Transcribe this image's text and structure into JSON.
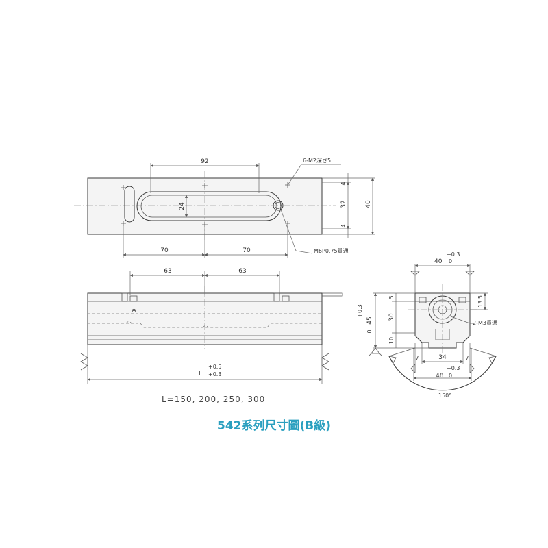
{
  "title": "542系列尺寸圖(B級)",
  "length_formula": "L=150, 200, 250, 300",
  "top_view": {
    "dim_92": "92",
    "dim_24": "24",
    "dim_32": "32",
    "dim_40": "40",
    "dim_4a": "4",
    "dim_4b": "4",
    "dim_70a": "70",
    "dim_70b": "70",
    "note_tap": "6-M2深さ5",
    "note_hole": "M6P0.75貫通"
  },
  "front_view": {
    "dim_63a": "63",
    "dim_63b": "63",
    "dim_L": "L",
    "tol_L_upper": "+0.5",
    "tol_L_lower": "+0.3"
  },
  "side_view": {
    "dim_40": "40",
    "tol_40_upper": "+0.3",
    "tol_40_lower": "0",
    "dim_45": "45",
    "tol_45_upper": "+0.3",
    "tol_45_lower": "0",
    "dim_5": "5",
    "dim_30": "30",
    "dim_10": "10",
    "dim_13_5": "13.5",
    "note_m3": "2-M3貫通",
    "dim_7a": "7",
    "dim_34": "34",
    "dim_7b": "7",
    "dim_48": "48",
    "tol_48_upper": "+0.3",
    "tol_48_lower": "0",
    "angle": "150°"
  },
  "colors": {
    "title": "#2a9fbf",
    "line": "#3a3a3a"
  }
}
